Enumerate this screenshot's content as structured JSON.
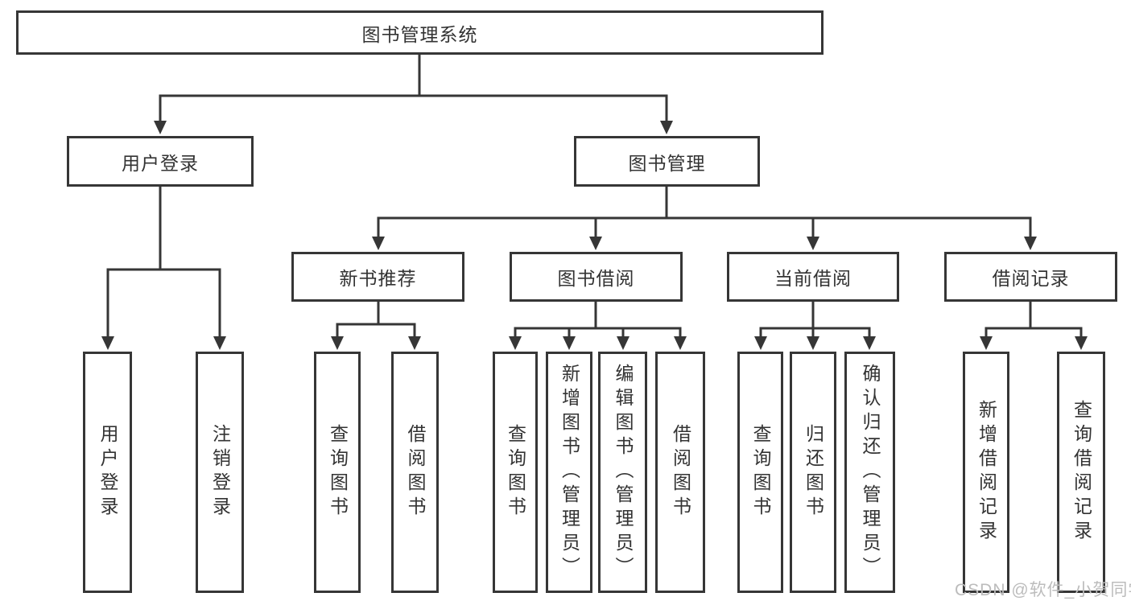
{
  "diagram_type": "tree",
  "tree": {
    "root": {
      "label": "图书管理系统"
    },
    "branches": [
      {
        "label": "用户登录",
        "children": [
          {
            "label": "用户登录"
          },
          {
            "label": "注销登录"
          }
        ]
      },
      {
        "label": "图书管理",
        "children": [
          {
            "label": "新书推荐",
            "children": [
              {
                "label": "查询图书"
              },
              {
                "label": "借阅图书"
              }
            ]
          },
          {
            "label": "图书借阅",
            "children": [
              {
                "label": "查询图书"
              },
              {
                "label": "新增图书（管理员）"
              },
              {
                "label": "编辑图书（管理员）"
              },
              {
                "label": "借阅图书"
              }
            ]
          },
          {
            "label": "当前借阅",
            "children": [
              {
                "label": "查询图书"
              },
              {
                "label": "归还图书"
              },
              {
                "label": "确认归还（管理员）"
              }
            ]
          },
          {
            "label": "借阅记录",
            "children": [
              {
                "label": "新增借阅记录"
              },
              {
                "label": "查询借阅记录"
              }
            ]
          }
        ]
      }
    ]
  },
  "watermark": "CSDN @软件_小贺同学",
  "colors": {
    "line": "#363636",
    "text": "#333333",
    "background": "#ffffff",
    "watermark": "#bcbcbc"
  }
}
